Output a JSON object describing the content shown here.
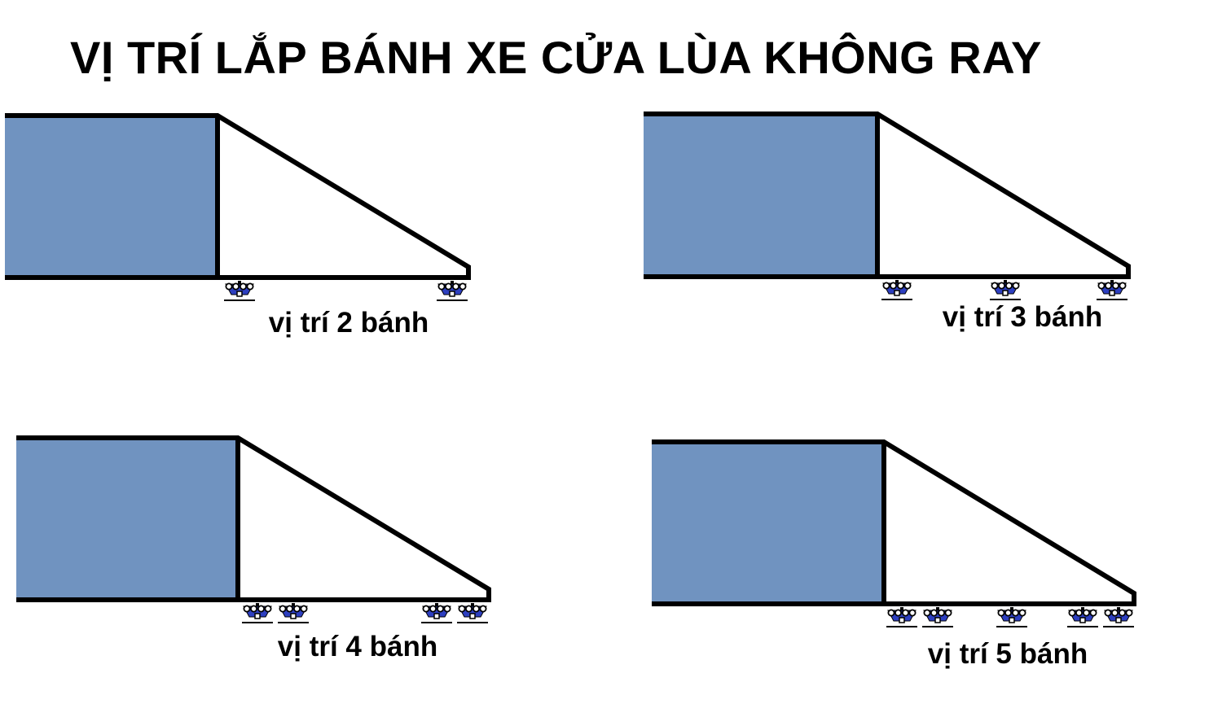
{
  "title": "VỊ TRÍ LẮP BÁNH XE CỬA LÙA KHÔNG RAY",
  "colors": {
    "door_panel": "#7093c0",
    "outline": "#000000",
    "wheel": "#2d3fc0",
    "background": "#ffffff"
  },
  "icons": {
    "wheel": "caster-wheel-icon"
  },
  "configs": [
    {
      "label": "vị trí 2 bánh",
      "wheel_count": 2
    },
    {
      "label": "vị trí 3 bánh",
      "wheel_count": 3
    },
    {
      "label": "vị trí 4 bánh",
      "wheel_count": 4
    },
    {
      "label": "vị trí 5 bánh",
      "wheel_count": 5
    }
  ]
}
